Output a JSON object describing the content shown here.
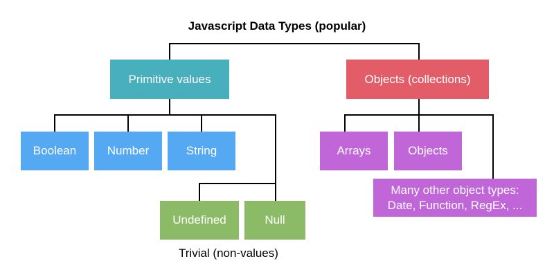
{
  "title": "Javascript Data Types (popular)",
  "colors": {
    "primitive": "#48b0bd",
    "objects_root": "#e35d68",
    "basic_primitive": "#55a8f2",
    "object_kind": "#c066d9",
    "trivial": "#8cbb68",
    "connector": "#000000"
  },
  "primitive": {
    "label": "Primitive values",
    "children": [
      "Boolean",
      "Number",
      "String"
    ],
    "trivial": [
      "Undefined",
      "Null"
    ]
  },
  "objects": {
    "label": "Objects (collections)",
    "children": [
      "Arrays",
      "Objects"
    ],
    "other_line1": "Many other object types:",
    "other_line2": "Date,  Function, RegEx, ..."
  },
  "trivial_caption": "Trivial (non-values)"
}
